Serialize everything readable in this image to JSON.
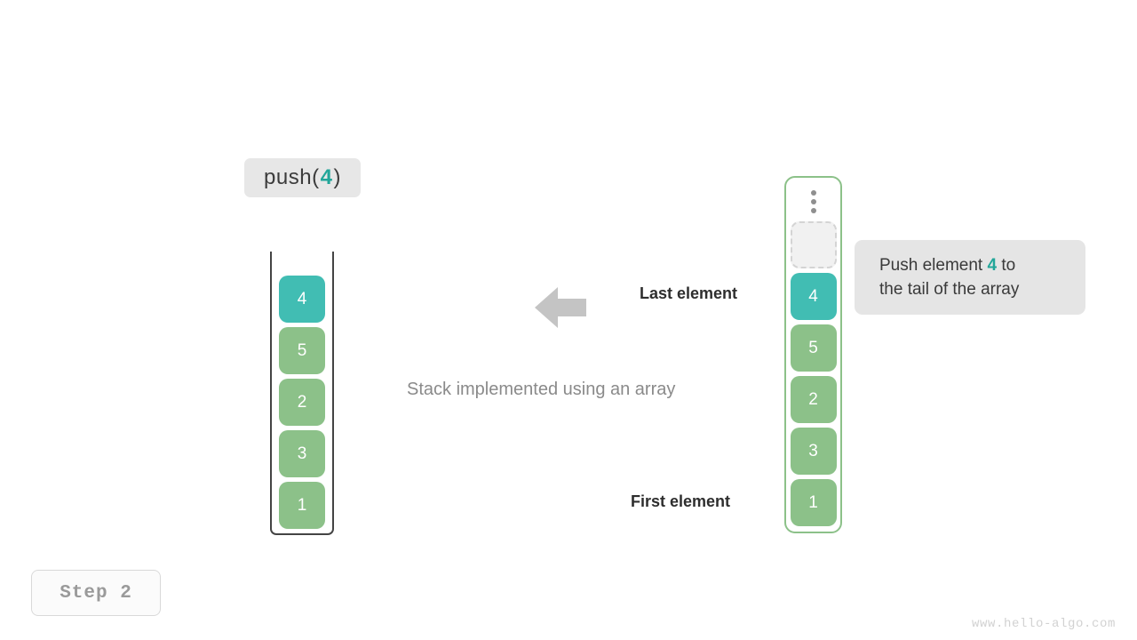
{
  "operation": {
    "prefix": "push(",
    "value": "4",
    "suffix": ")"
  },
  "stack": {
    "caption": "Stack implemented using an array",
    "label_last": "Last element",
    "label_first": "First element",
    "arrow_icon": "arrow-left-icon",
    "cells": [
      {
        "value": "4",
        "color": "teal"
      },
      {
        "value": "5",
        "color": "green"
      },
      {
        "value": "2",
        "color": "green"
      },
      {
        "value": "3",
        "color": "green"
      },
      {
        "value": "1",
        "color": "green"
      }
    ]
  },
  "array": {
    "overflow_icon": "vertical-dots-icon",
    "empty_slot_label": "",
    "cells": [
      {
        "value": "4",
        "color": "teal"
      },
      {
        "value": "5",
        "color": "green"
      },
      {
        "value": "2",
        "color": "green"
      },
      {
        "value": "3",
        "color": "green"
      },
      {
        "value": "1",
        "color": "green"
      }
    ]
  },
  "tooltip": {
    "line1_before": "Push element ",
    "line1_value": "4",
    "line1_after": " to",
    "line2": "the tail of the array"
  },
  "step": {
    "label": "Step 2"
  },
  "watermark": {
    "text": "www.hello-algo.com"
  },
  "colors": {
    "teal": "#41bdb3",
    "green": "#8cc189",
    "accent_text": "#22a699",
    "badge_bg": "#e7e7e7",
    "arrow": "#c4c4c4"
  }
}
